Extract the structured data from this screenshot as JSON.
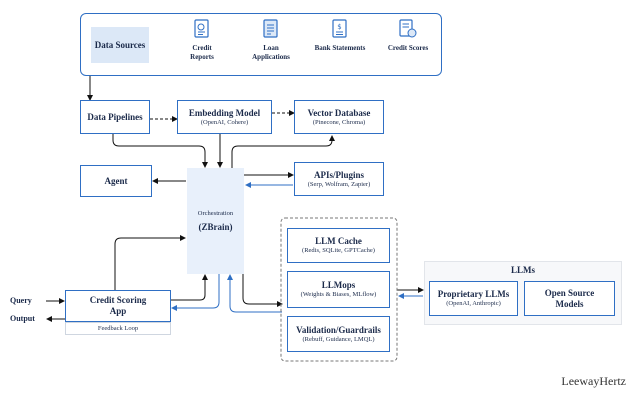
{
  "data_sources": {
    "title": "Data Sources",
    "items": [
      {
        "label": "Credit Reports",
        "icon": "credit-report-icon"
      },
      {
        "label": "Loan Applications",
        "icon": "loan-application-icon"
      },
      {
        "label": "Bank Statements",
        "icon": "bank-statement-icon"
      },
      {
        "label": "Credit Scores",
        "icon": "credit-score-icon"
      }
    ]
  },
  "data_pipelines": "Data Pipelines",
  "embedding_model": {
    "title": "Embedding Model",
    "subtitle": "(OpenAI, Cohere)"
  },
  "vector_database": {
    "title": "Vector Database",
    "subtitle": "(Pinecone, Chroma)"
  },
  "agent": "Agent",
  "apis_plugins": {
    "title": "APIs/Plugins",
    "subtitle": "(Serp, Wolfram, Zapier)"
  },
  "orchestration": {
    "label": "Orchestration",
    "name": "(ZBrain)"
  },
  "llm_cache": {
    "title": "LLM Cache",
    "subtitle": "(Redis, SQLite, GPTCache)"
  },
  "llmops": {
    "title": "LLMops",
    "subtitle": "(Weights & Biases, MLflow)"
  },
  "validation": {
    "title": "Validation/Guardrails",
    "subtitle": "(Rebuff, Guidance, LMQL)"
  },
  "llms": {
    "title": "LLMs",
    "proprietary": {
      "title": "Proprietary LLMs",
      "subtitle": "(OpenAI, Anthropic)"
    },
    "open_source": {
      "title": "Open Source Models"
    }
  },
  "credit_scoring_app": {
    "title": "Credit Scoring App",
    "feedback": "Feedback Loop"
  },
  "query": "Query",
  "output": "Output",
  "brand": "LeewayHertz",
  "colors": {
    "accent": "#2f6fc4",
    "orchestration_fill": "#e8f0fb",
    "ds_fill": "#dce8f7",
    "text": "#1b2a4a"
  }
}
